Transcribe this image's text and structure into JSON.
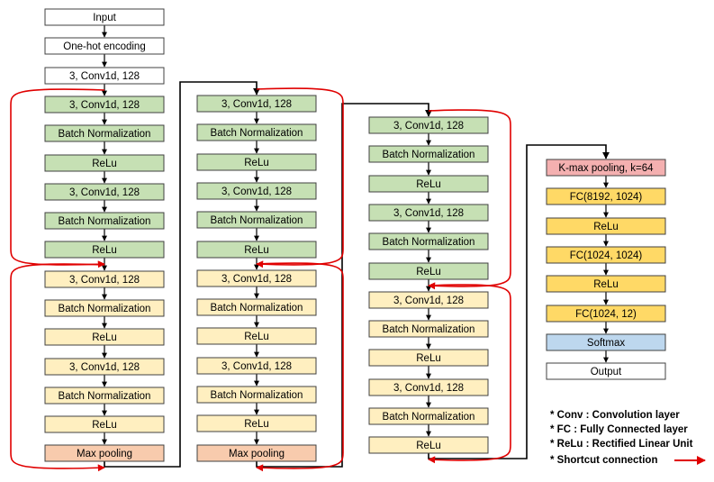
{
  "colors": {
    "white": "#ffffff",
    "green": "#c6e0b4",
    "yellow": "#ffefc0",
    "orange": "#f8cbad",
    "pink": "#f4b0b0",
    "gold": "#ffd966",
    "blue": "#bdd7ee",
    "stroke": "#404040",
    "arrow": "#000000",
    "shortcut": "#e00000"
  },
  "columns": [
    {
      "blocks": [
        {
          "label": "Input",
          "color": "white"
        },
        {
          "label": "One-hot encoding",
          "color": "white"
        },
        {
          "label": "3, Conv1d, 128",
          "color": "white"
        },
        {
          "label": "3, Conv1d, 128",
          "color": "green"
        },
        {
          "label": "Batch Normalization",
          "color": "green"
        },
        {
          "label": "ReLu",
          "color": "green"
        },
        {
          "label": "3, Conv1d, 128",
          "color": "green"
        },
        {
          "label": "Batch Normalization",
          "color": "green"
        },
        {
          "label": "ReLu",
          "color": "green"
        },
        {
          "label": "3, Conv1d, 128",
          "color": "yellow"
        },
        {
          "label": "Batch Normalization",
          "color": "yellow"
        },
        {
          "label": "ReLu",
          "color": "yellow"
        },
        {
          "label": "3, Conv1d, 128",
          "color": "yellow"
        },
        {
          "label": "Batch Normalization",
          "color": "yellow"
        },
        {
          "label": "ReLu",
          "color": "yellow"
        },
        {
          "label": "Max pooling",
          "color": "orange"
        }
      ]
    },
    {
      "blocks": [
        {
          "label": "3, Conv1d, 128",
          "color": "green"
        },
        {
          "label": "Batch Normalization",
          "color": "green"
        },
        {
          "label": "ReLu",
          "color": "green"
        },
        {
          "label": "3, Conv1d, 128",
          "color": "green"
        },
        {
          "label": "Batch Normalization",
          "color": "green"
        },
        {
          "label": "ReLu",
          "color": "green"
        },
        {
          "label": "3, Conv1d, 128",
          "color": "yellow"
        },
        {
          "label": "Batch Normalization",
          "color": "yellow"
        },
        {
          "label": "ReLu",
          "color": "yellow"
        },
        {
          "label": "3, Conv1d, 128",
          "color": "yellow"
        },
        {
          "label": "Batch Normalization",
          "color": "yellow"
        },
        {
          "label": "ReLu",
          "color": "yellow"
        },
        {
          "label": "Max pooling",
          "color": "orange"
        }
      ]
    },
    {
      "blocks": [
        {
          "label": "3, Conv1d, 128",
          "color": "green"
        },
        {
          "label": "Batch Normalization",
          "color": "green"
        },
        {
          "label": "ReLu",
          "color": "green"
        },
        {
          "label": "3, Conv1d, 128",
          "color": "green"
        },
        {
          "label": "Batch Normalization",
          "color": "green"
        },
        {
          "label": "ReLu",
          "color": "green"
        },
        {
          "label": "3, Conv1d, 128",
          "color": "yellow"
        },
        {
          "label": "Batch Normalization",
          "color": "yellow"
        },
        {
          "label": "ReLu",
          "color": "yellow"
        },
        {
          "label": "3, Conv1d, 128",
          "color": "yellow"
        },
        {
          "label": "Batch Normalization",
          "color": "yellow"
        },
        {
          "label": "ReLu",
          "color": "yellow"
        }
      ]
    },
    {
      "blocks": [
        {
          "label": "K-max pooling, k=64",
          "color": "pink"
        },
        {
          "label": "FC(8192, 1024)",
          "color": "gold"
        },
        {
          "label": "ReLu",
          "color": "gold"
        },
        {
          "label": "FC(1024, 1024)",
          "color": "gold"
        },
        {
          "label": "ReLu",
          "color": "gold"
        },
        {
          "label": "FC(1024, 12)",
          "color": "gold"
        },
        {
          "label": "Softmax",
          "color": "blue"
        },
        {
          "label": "Output",
          "color": "white"
        }
      ]
    }
  ],
  "legend": {
    "lines": [
      "* Conv : Convolution layer",
      "* FC : Fully Connected layer",
      "* ReLu : Rectified Linear Unit"
    ],
    "shortcut_label": "* Shortcut connection"
  }
}
